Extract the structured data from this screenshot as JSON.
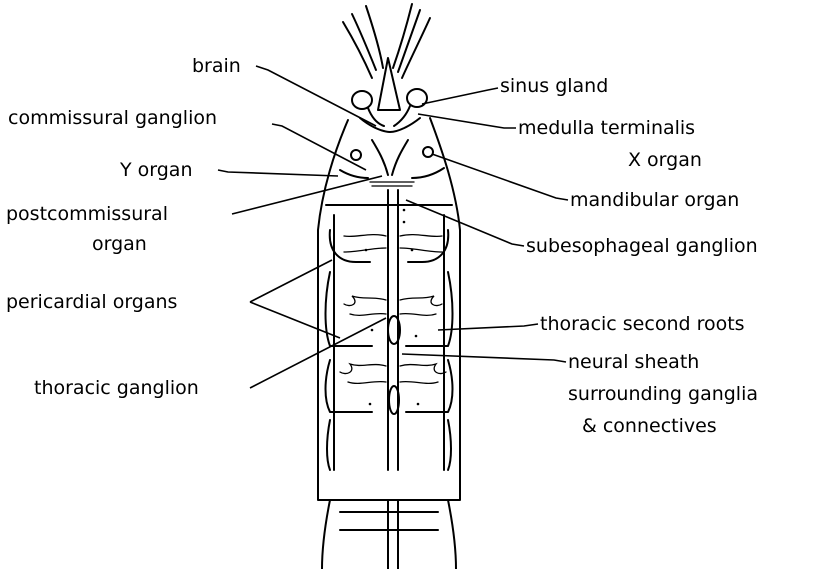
{
  "labels": {
    "brain": "brain",
    "commissural_ganglion": "commissural ganglion",
    "y_organ": "Y organ",
    "postcommissural_line1": "postcommissural",
    "postcommissural_line2": "organ",
    "pericardial_organs": "pericardial organs",
    "thoracic_ganglion": "thoracic ganglion",
    "sinus_gland": "sinus gland",
    "medulla_terminalis_line1": "medulla terminalis",
    "medulla_terminalis_line2": "X organ",
    "mandibular_organ": "mandibular organ",
    "subesophageal_ganglion": "subesophageal ganglion",
    "thoracic_second_roots": "thoracic second roots",
    "neural_sheath_line1": "neural sheath",
    "neural_sheath_line2": "surrounding ganglia",
    "neural_sheath_line3": "& connectives"
  }
}
